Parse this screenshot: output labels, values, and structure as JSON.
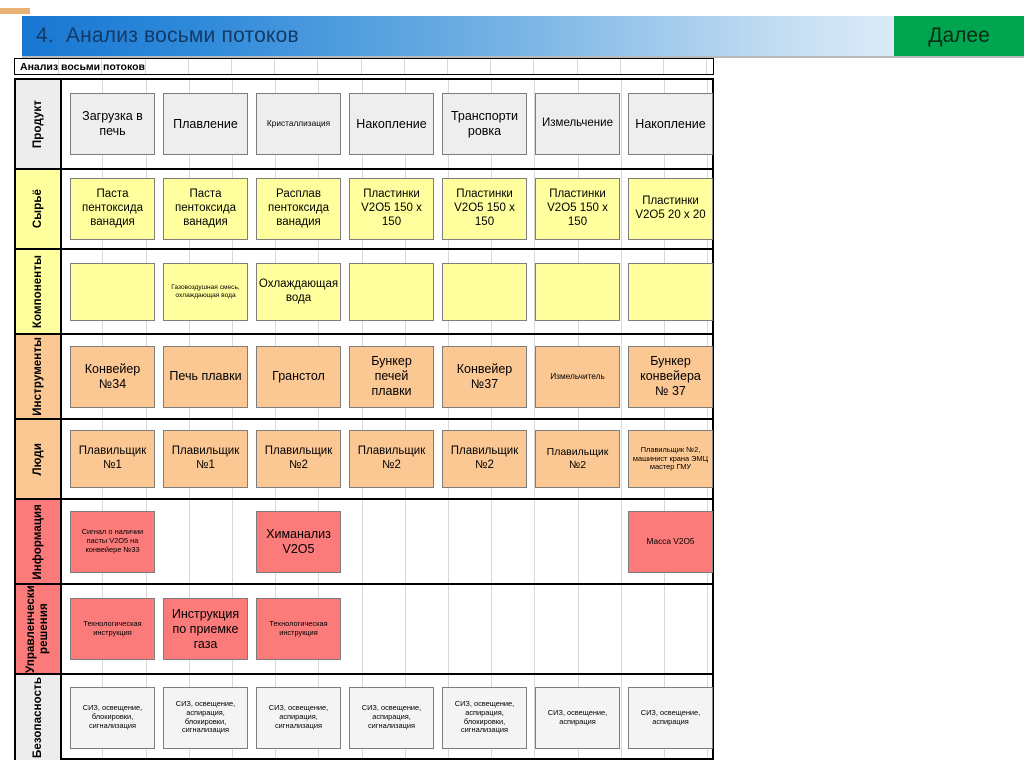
{
  "header": {
    "number": "4.",
    "title": "Анализ восьми потоков",
    "next_label": "Далее",
    "accent_green": "#00a54f",
    "accent_blue": "#1877d2"
  },
  "caption": {
    "text": "Анализ восьми потоков"
  },
  "rows": [
    {
      "key": "product",
      "label": "Продукт",
      "palette": "p-product",
      "label_fill": "lab-product",
      "cells": [
        {
          "text": "Загрузка в печь",
          "size": "t13"
        },
        {
          "text": "Плавление",
          "size": "t13"
        },
        {
          "text": "Кристаллизация",
          "size": "t9"
        },
        {
          "text": "Накопление",
          "size": "t13"
        },
        {
          "text": "Транспорти ровка",
          "size": "t13"
        },
        {
          "text": "Измельчение",
          "size": "t12"
        },
        {
          "text": "Накопление",
          "size": "t13"
        }
      ]
    },
    {
      "key": "raw",
      "label": "Сырьё",
      "palette": "p-raw",
      "label_fill": "lab-raw",
      "cells": [
        {
          "text": "Паста пентоксида ванадия",
          "size": "t12"
        },
        {
          "text": "Паста пентоксида ванадия",
          "size": "t12"
        },
        {
          "text": "Расплав пентоксида ванадия",
          "size": "t12"
        },
        {
          "text": "Пластинки V2O5 150 x 150",
          "size": "t12"
        },
        {
          "text": "Пластинки V2O5 150 x 150",
          "size": "t12"
        },
        {
          "text": "Пластинки V2O5 150 x 150",
          "size": "t12"
        },
        {
          "text": "Пластинки V2O5 20 x 20",
          "size": "t12"
        }
      ]
    },
    {
      "key": "components",
      "label": "Компоненты",
      "palette": "p-comp",
      "label_fill": "lab-comp",
      "cells": [
        {
          "text": "",
          "size": "t12"
        },
        {
          "text": "Газовоздушная смесь, охлаждающая вода",
          "size": "t7"
        },
        {
          "text": "Охлаждающая вода",
          "size": "t12"
        },
        {
          "text": "",
          "size": "t12"
        },
        {
          "text": "",
          "size": "t12"
        },
        {
          "text": "",
          "size": "t12"
        },
        {
          "text": "",
          "size": "t12"
        }
      ]
    },
    {
      "key": "tools",
      "label": "Инструменты",
      "palette": "p-tool",
      "label_fill": "lab-tool",
      "cells": [
        {
          "text": "Конвейер №34",
          "size": "t13"
        },
        {
          "text": "Печь плавки",
          "size": "t13"
        },
        {
          "text": "Гранстол",
          "size": "t13"
        },
        {
          "text": "Бункер печей плавки",
          "size": "t13"
        },
        {
          "text": "Конвейер №37",
          "size": "t13"
        },
        {
          "text": "Измельчитель",
          "size": "t9"
        },
        {
          "text": "Бункер конвейера № 37",
          "size": "t13"
        }
      ]
    },
    {
      "key": "people",
      "label": "Люди",
      "palette": "p-people",
      "label_fill": "lab-people",
      "cells": [
        {
          "text": "Плавильщик №1",
          "size": "t12"
        },
        {
          "text": "Плавильщик №1",
          "size": "t12"
        },
        {
          "text": "Плавильщик №2",
          "size": "t12"
        },
        {
          "text": "Плавильщик №2",
          "size": "t12"
        },
        {
          "text": "Плавильщик №2",
          "size": "t12"
        },
        {
          "text": "Плавильщик №2",
          "size": "t11"
        },
        {
          "text": "Плавильщик №2, машинист крана ЭМЦ мастер ГМУ",
          "size": "t8"
        }
      ]
    },
    {
      "key": "information",
      "label": "Информация",
      "palette": "p-info",
      "label_fill": "lab-info",
      "cells": [
        {
          "text": "Сигнал о наличии пасты V2O5 на конвейере №33",
          "size": "t8"
        },
        {
          "text": "",
          "size": "t12",
          "hidden": true
        },
        {
          "text": "Химанализ V2O5",
          "size": "t13"
        },
        {
          "text": "",
          "size": "t12",
          "hidden": true
        },
        {
          "text": "",
          "size": "t12",
          "hidden": true
        },
        {
          "text": "",
          "size": "t12",
          "hidden": true
        },
        {
          "text": "Масса V2O5",
          "size": "t9"
        }
      ]
    },
    {
      "key": "decisions",
      "label": "Управленческие решения",
      "palette": "p-dec",
      "label_fill": "lab-dec",
      "cells": [
        {
          "text": "Технологическая инструкция",
          "size": "t8"
        },
        {
          "text": "Инструкция по приемке газа",
          "size": "t13"
        },
        {
          "text": "Технологическая инструкция",
          "size": "t8"
        },
        {
          "text": "",
          "size": "t12",
          "hidden": true
        },
        {
          "text": "",
          "size": "t12",
          "hidden": true
        },
        {
          "text": "",
          "size": "t12",
          "hidden": true
        },
        {
          "text": "",
          "size": "t12",
          "hidden": true
        }
      ]
    },
    {
      "key": "safety",
      "label": "Безопасность",
      "palette": "p-safety",
      "label_fill": "lab-safety",
      "cells": [
        {
          "text": "СИЗ, освещение, блокировки, сигнализация",
          "size": "t8"
        },
        {
          "text": "СИЗ, освещение, аспирация, блокировки, сигнализация",
          "size": "t8"
        },
        {
          "text": "СИЗ, освещение, аспирация, сигнализация",
          "size": "t8"
        },
        {
          "text": "СИЗ, освещение, аспирация, сигнализация",
          "size": "t8"
        },
        {
          "text": "СИЗ, освещение, аспирация, блокировки, сигнализация",
          "size": "t8"
        },
        {
          "text": "СИЗ, освещение, аспирация",
          "size": "t8"
        },
        {
          "text": "СИЗ, освещение, аспирация",
          "size": "t8"
        }
      ]
    }
  ]
}
